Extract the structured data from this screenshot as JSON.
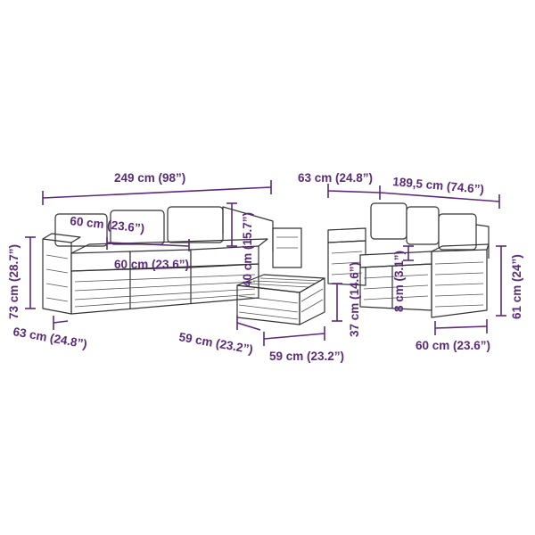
{
  "colors": {
    "dimension": "#5b2a7a",
    "outline": "#333333",
    "background": "#ffffff"
  },
  "labels": {
    "sofa_width": "249 cm (98”)",
    "seat_width": "60 cm (23.6”)",
    "seat_depth_inner": "60 cm (23.6”)",
    "back_height": "40 cm (15.7”)",
    "sofa_height": "73 cm (28.7”)",
    "sofa_depth": "63 cm (24.8”)",
    "table_depth": "59 cm (23.2”)",
    "table_width": "59 cm (23.2”)",
    "table_height": "37 cm (14.6”)",
    "corner_depth": "63 cm (24.8”)",
    "corner_width": "189,5 cm (74.6”)",
    "cushion_thickness": "8 cm (3.1”)",
    "armrest_height": "61 cm (24”)",
    "module_width": "60 cm (23.6”)"
  }
}
